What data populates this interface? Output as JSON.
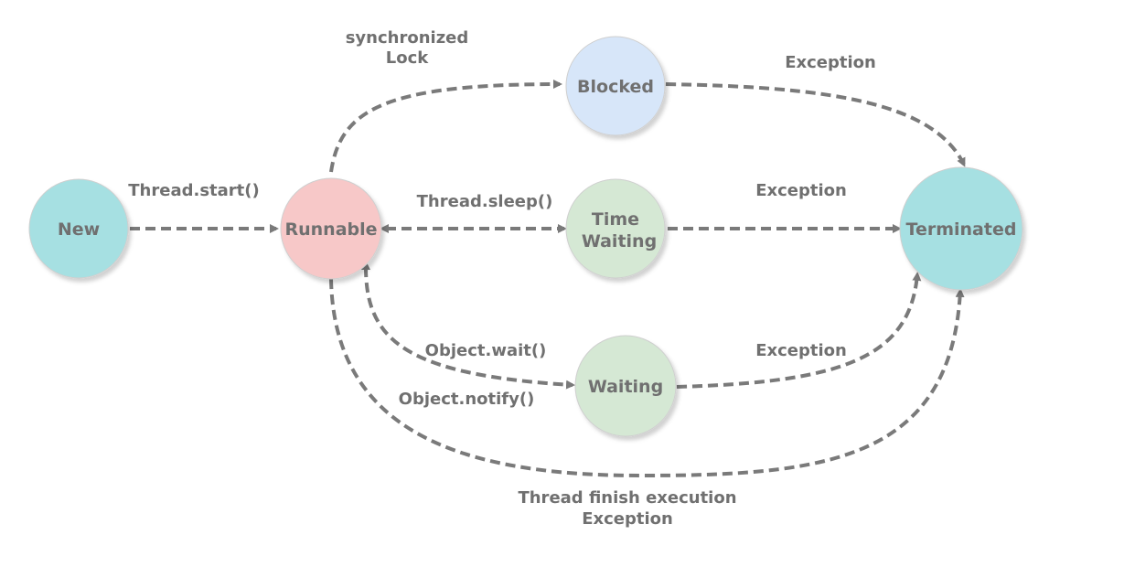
{
  "nodes": {
    "new": {
      "label": "New",
      "color": "#a6e0e2"
    },
    "runnable": {
      "label": "Runnable",
      "color": "#f7c8c8"
    },
    "blocked": {
      "label": "Blocked",
      "color": "#d7e6f9"
    },
    "time_waiting": {
      "label_line1": "Time",
      "label_line2": "Waiting",
      "color": "#d5e8d4"
    },
    "waiting": {
      "label": "Waiting",
      "color": "#d5e8d4"
    },
    "terminated": {
      "label": "Terminated",
      "color": "#a6e0e2"
    }
  },
  "edges": {
    "new_to_runnable": {
      "label": "Thread.start()"
    },
    "runnable_to_blocked": {
      "label_line1": "synchronized",
      "label_line2": "Lock"
    },
    "blocked_to_terminated": {
      "label": "Exception"
    },
    "runnable_time_waiting": {
      "label": "Thread.sleep()"
    },
    "time_waiting_to_terminated": {
      "label": "Exception"
    },
    "runnable_to_waiting": {
      "label": "Object.wait()"
    },
    "waiting_to_runnable": {
      "label": "Object.notify()"
    },
    "waiting_to_terminated": {
      "label": "Exception"
    },
    "runnable_to_terminated": {
      "label_line1": "Thread finish execution",
      "label_line2": "Exception"
    }
  },
  "colors": {
    "edge": "#7a7a7a",
    "label_text": "#707070"
  }
}
